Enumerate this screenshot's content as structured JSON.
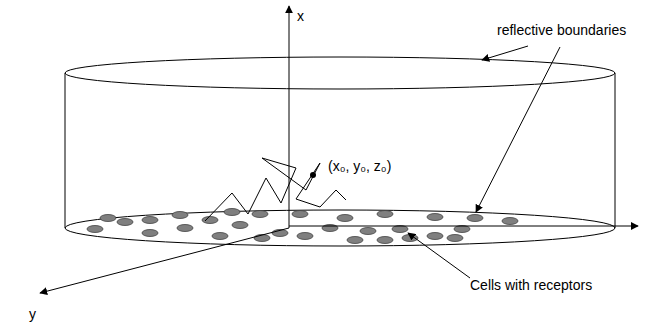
{
  "diagram": {
    "labels": [
      "x",
      "reflective boundaries",
      "(x₀, y₀, z₀)",
      "Cells with receptors",
      "y"
    ]
  }
}
